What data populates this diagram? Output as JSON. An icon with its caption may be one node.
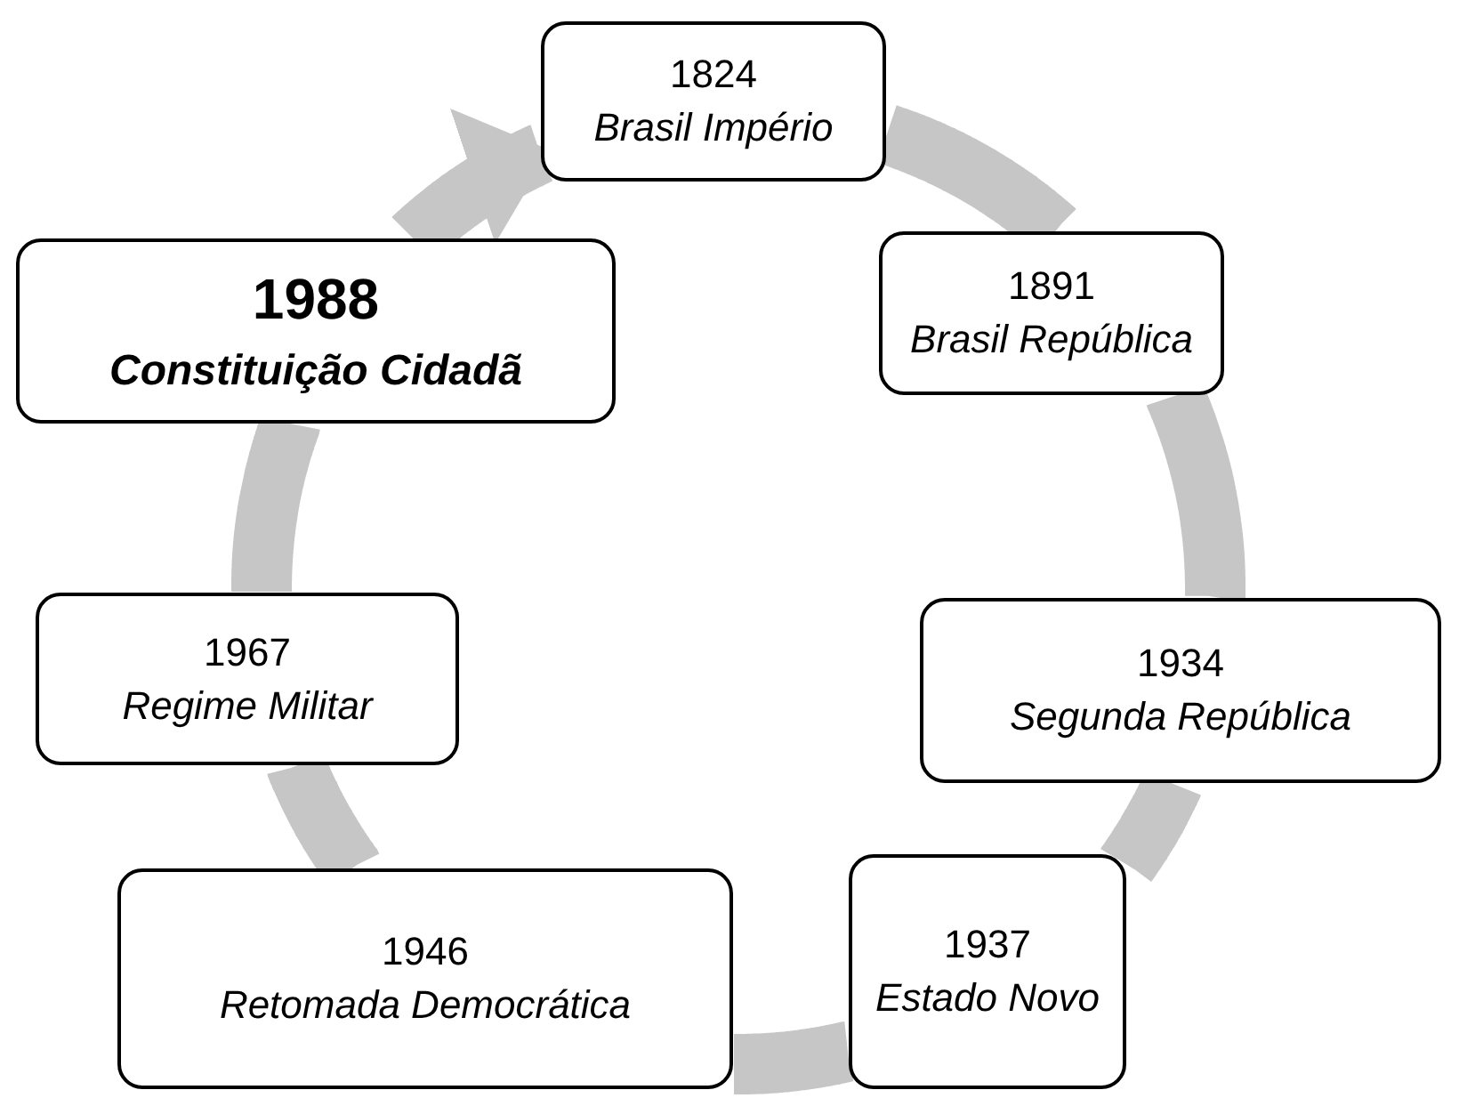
{
  "diagram": {
    "nodes": [
      {
        "text": [
          "1824",
          "Brasil Império"
        ]
      },
      {
        "text": [
          "1891",
          "Brasil República"
        ]
      },
      {
        "text": [
          "1934",
          "Segunda República"
        ]
      },
      {
        "text": [
          "1937",
          "Estado Novo"
        ]
      },
      {
        "text": [
          "1946",
          "Retomada Democrática"
        ]
      },
      {
        "text": [
          "1967",
          "Regime Militar"
        ]
      },
      {
        "text": [
          "1988",
          "Constituição Cidadã"
        ]
      }
    ],
    "edges": [
      {
        "from": 0,
        "to": 1,
        "arrow": "none"
      },
      {
        "from": 1,
        "to": 2,
        "arrow": "none"
      },
      {
        "from": 2,
        "to": 3,
        "arrow": "none"
      },
      {
        "from": 3,
        "to": 4,
        "arrow": "none"
      },
      {
        "from": 4,
        "to": 5,
        "arrow": "none"
      },
      {
        "from": 5,
        "to": 6,
        "arrow": "none"
      },
      {
        "from": 6,
        "to": 0,
        "arrow": "to"
      }
    ]
  }
}
